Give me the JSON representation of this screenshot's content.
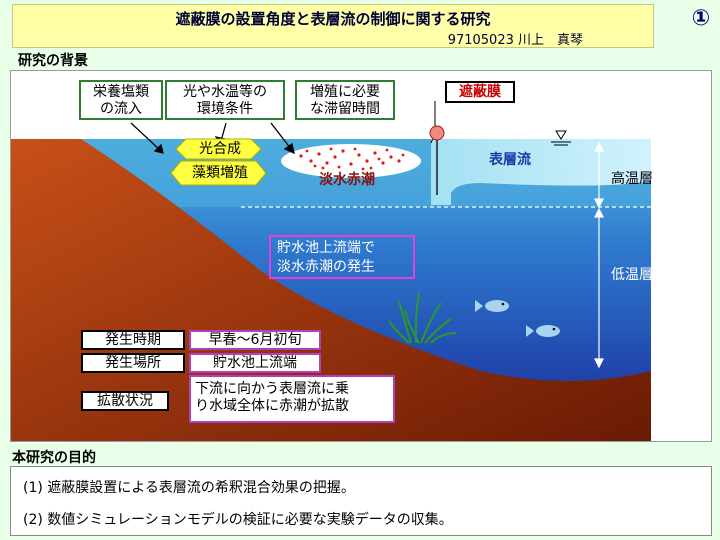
{
  "header": {
    "title": "遮蔽膜の設置角度と表層流の制御に関する研究",
    "author": "97105023  川上　真琴",
    "page_number": "①"
  },
  "sections": {
    "background": "研究の背景",
    "purpose": "本研究の目的"
  },
  "diagram": {
    "top_labels": [
      "栄養塩類\nの流入",
      "光や水温等の\n環境条件",
      "増殖に必要\nな滞留時間"
    ],
    "shield_label": "遮蔽膜",
    "photosynthesis": "光合成",
    "algae_growth": "藻類増殖",
    "red_tide": "淡水赤潮",
    "surface_current": "表層流",
    "high_temp_layer": "高温層",
    "low_temp_layer": "低温層",
    "upstream_note": "貯水池上流端で\n淡水赤潮の発生",
    "info": [
      {
        "key": "発生時期",
        "value": "早春～6月初旬"
      },
      {
        "key": "発生場所",
        "value": "貯水池上流端"
      },
      {
        "key": "拡散状況",
        "value": "下流に向かう表層流に乗\nり水域全体に赤潮が拡散"
      }
    ],
    "colors": {
      "water_top": "#5ab8e0",
      "water_bottom": "#1e3aa8",
      "ground": "#b04010",
      "label_border_green": "#2e7d32",
      "label_border_purple": "#b040c0",
      "shield_red": "#cc0000"
    }
  },
  "purpose_items": [
    "(1)  遮蔽膜設置による表層流の希釈混合効果の把握。",
    "(2)  数値シミュレーションモデルの検証に必要な実験データの収集。"
  ]
}
